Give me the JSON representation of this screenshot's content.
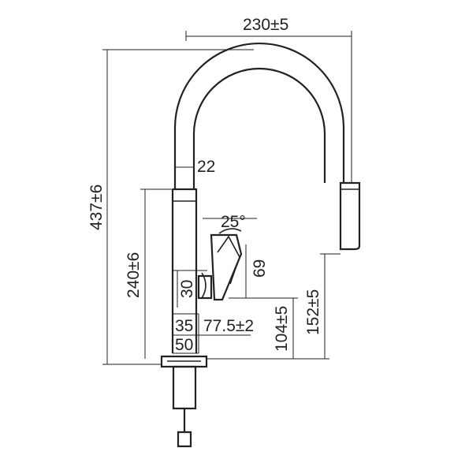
{
  "drawing": {
    "line_color": "#222222",
    "background": "#ffffff",
    "dimensions": {
      "spout_reach": "230±5",
      "total_height": "437±6",
      "body_height": "240±6",
      "body_diameter": "22",
      "lever_angle": "25°",
      "lever_height": "69",
      "lever_offset": "30",
      "base_diameter": "35",
      "base_plate": "50",
      "lever_distance": "77.5±2",
      "lever_bottom_height": "104±5",
      "outlet_height": "152±5"
    }
  }
}
